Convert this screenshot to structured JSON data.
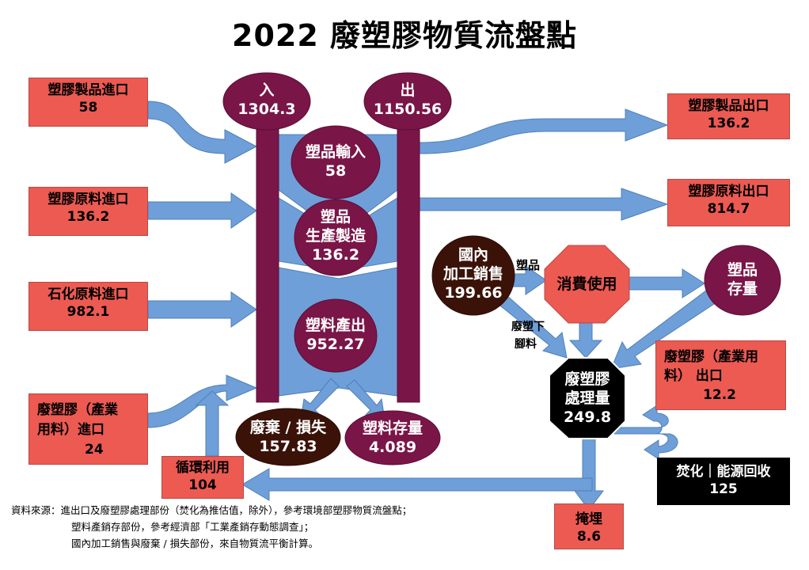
{
  "title": "2022 廢塑膠物質流盤點",
  "colors": {
    "arrow": "#6f9fd8",
    "node": "#7a1548",
    "box": "#ec5a52",
    "black": "#000000",
    "domestic": "#3a1208"
  },
  "nodes": {
    "in": {
      "label": "入",
      "value": "1304.3"
    },
    "out": {
      "label": "出",
      "value": "1150.56"
    },
    "product_input": {
      "label": "塑品輸入",
      "value": "58"
    },
    "product_manufacture": {
      "label1": "塑品",
      "label2": "生產製造",
      "value": "136.2"
    },
    "plastic_output": {
      "label": "塑料產出",
      "value": "952.27"
    },
    "discard": {
      "label": "廢棄 / 損失",
      "value": "157.83"
    },
    "plastic_stock": {
      "label": "塑料存量",
      "value": "4.089"
    },
    "domestic": {
      "label1": "國內",
      "label2": "加工銷售",
      "value": "199.66"
    },
    "consumption": {
      "label": "消費使用"
    },
    "product_stock": {
      "label1": "塑品",
      "label2": "存量"
    },
    "waste_treatment": {
      "label1": "廢塑膠",
      "label2": "處理量",
      "value": "249.8"
    }
  },
  "boxes": {
    "product_import": {
      "label": "塑膠製品進口",
      "value": "58"
    },
    "raw_import": {
      "label": "塑膠原料進口",
      "value": "136.2"
    },
    "petro_import": {
      "label": "石化原料進口",
      "value": "982.1"
    },
    "waste_import": {
      "label1": "廢塑膠（產業",
      "label2": "用料）進口",
      "value": "24"
    },
    "recycle": {
      "label": "循環利用",
      "value": "104"
    },
    "product_export": {
      "label": "塑膠製品出口",
      "value": "136.2"
    },
    "raw_export": {
      "label": "塑膠原料出口",
      "value": "814.7"
    },
    "waste_export": {
      "label1": "廢塑膠（產業用",
      "label2": "料） 出口",
      "value": "12.2"
    },
    "incineration": {
      "label": "焚化｜能源回收",
      "value": "125"
    },
    "landfill": {
      "label": "掩埋",
      "value": "8.6"
    }
  },
  "labels": {
    "product_flow": "塑品",
    "scrap1": "廢塑下",
    "scrap2": "腳料"
  },
  "source": {
    "line1": "資料來源：進出口及廢塑膠處理部份（焚化為推估值，除外），參考環境部塑膠物質流盤點；",
    "line2": "塑料產銷存部份，參考經濟部「工業產銷存動態調查」；",
    "line3": "國內加工銷售與廢棄 / 損失部份，來自物質流平衡計算。"
  }
}
